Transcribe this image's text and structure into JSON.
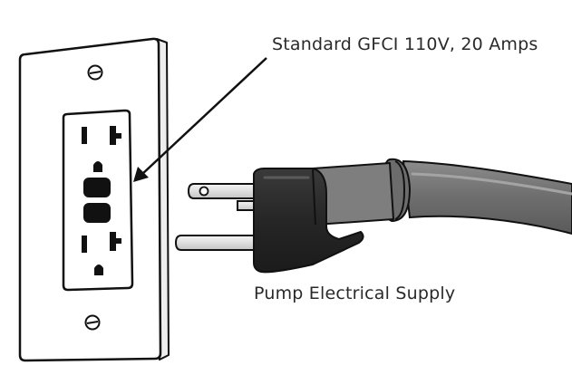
{
  "labels": {
    "outlet": "Standard GFCI 110V, 20 Amps",
    "plug": "Pump Electrical Supply"
  },
  "colors": {
    "stroke": "#111111",
    "plate": "#ffffff",
    "cord": "#7a7a7a",
    "cord_dark": "#555555",
    "plug_body": "#2c2c2c",
    "prong": "#e4e4e4"
  },
  "icons": [
    "wall-plate",
    "gfci-receptacle",
    "three-prong-plug",
    "power-cord",
    "pointer-arrow"
  ]
}
